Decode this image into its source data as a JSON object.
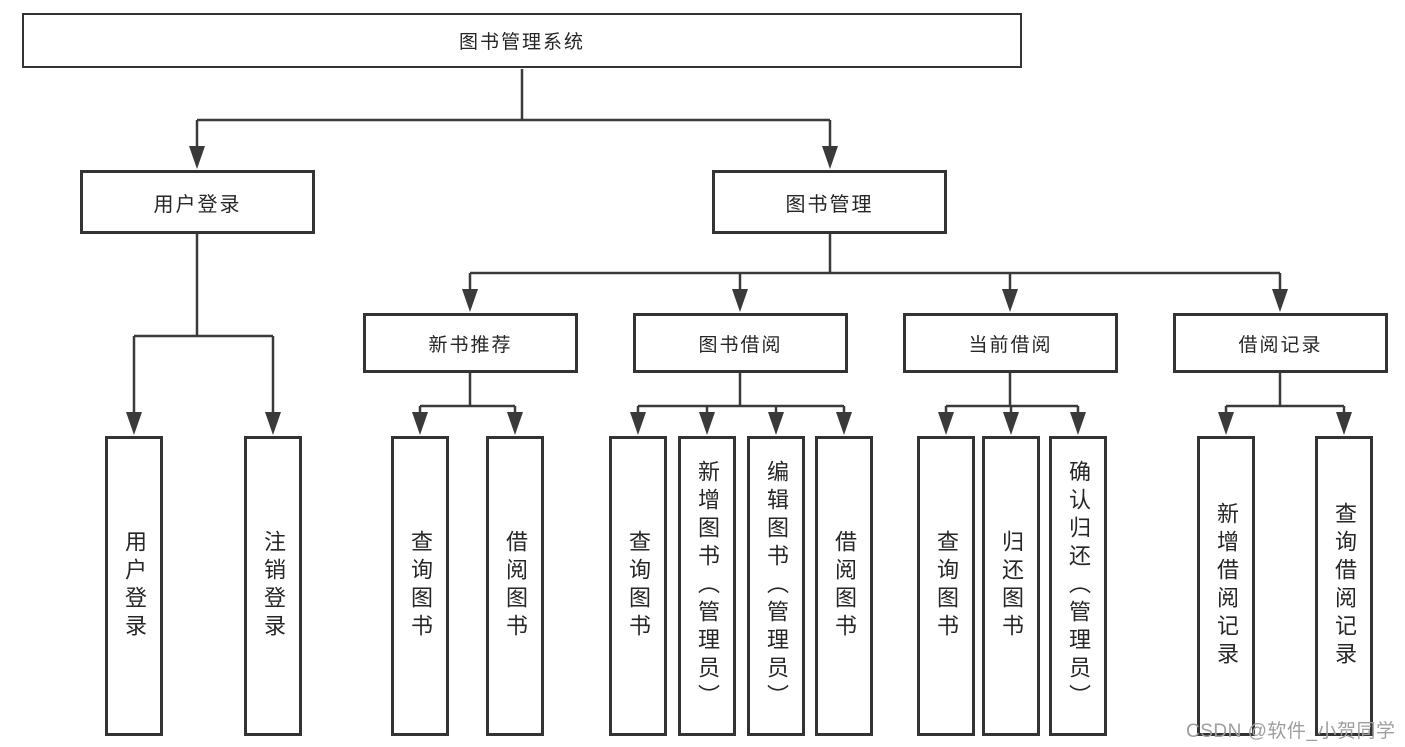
{
  "diagram_type": "hierarchy-tree",
  "tree": {
    "label": "图书管理系统",
    "children": [
      {
        "label": "用户登录",
        "children": [
          {
            "label": "用户登录"
          },
          {
            "label": "注销登录"
          }
        ]
      },
      {
        "label": "图书管理",
        "children": [
          {
            "label": "新书推荐",
            "children": [
              {
                "label": "查询图书"
              },
              {
                "label": "借阅图书"
              }
            ]
          },
          {
            "label": "图书借阅",
            "children": [
              {
                "label": "查询图书"
              },
              {
                "label": "新增图书（管理员）"
              },
              {
                "label": "编辑图书（管理员）"
              },
              {
                "label": "借阅图书"
              }
            ]
          },
          {
            "label": "当前借阅",
            "children": [
              {
                "label": "查询图书"
              },
              {
                "label": "归还图书"
              },
              {
                "label": "确认归还（管理员）"
              }
            ]
          },
          {
            "label": "借阅记录",
            "children": [
              {
                "label": "新增借阅记录"
              },
              {
                "label": "查询借阅记录"
              }
            ]
          }
        ]
      }
    ]
  },
  "watermark": "CSDN @软件_小贺同学",
  "colors": {
    "line": "#3a3a3a",
    "box_border": "#333333",
    "text": "#262626",
    "background": "#ffffff",
    "watermark": "#9e9e9e"
  }
}
